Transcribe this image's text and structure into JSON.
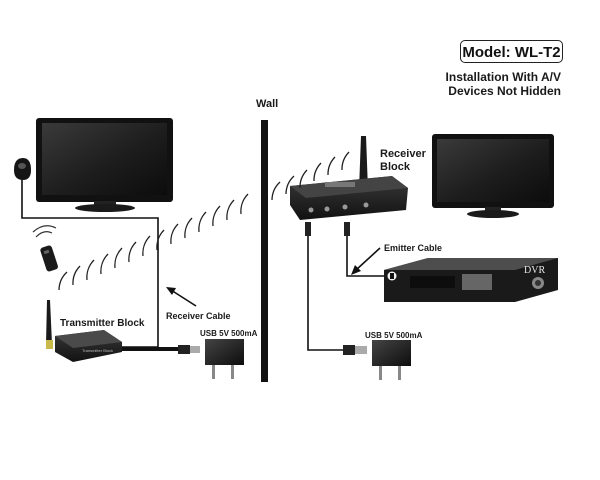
{
  "model_label": "Model: WL-T2",
  "install_title": [
    "Installation With A/V",
    "Devices Not Hidden"
  ],
  "labels": {
    "wall": "Wall",
    "receiver_block": [
      "Receiver",
      "Block"
    ],
    "emitter_cable": "Emitter Cable",
    "receiver_cable": "Receiver Cable",
    "transmitter_block": "Transmitter Block",
    "usb_left": "USB 5V 500mA",
    "usb_right": "USB 5V 500mA",
    "dvr": "DVR"
  },
  "colors": {
    "device_body": "#1c1c1c",
    "screen": "#2b2b2b",
    "wall": "#111111",
    "wave": "#222222",
    "antenna_tip": "#c9b84a"
  }
}
